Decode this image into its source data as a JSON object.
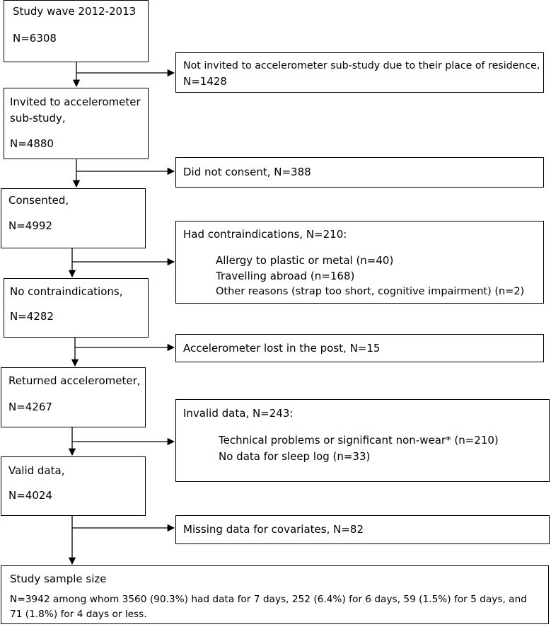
{
  "boxes": {
    "study_wave": {
      "title": "Study wave 2012-2013",
      "n": "N=6308"
    },
    "not_invited": {
      "line1": "Not invited to accelerometer sub-study due to their place of residence,",
      "line2": "N=1428"
    },
    "invited": {
      "line1": "Invited to accelerometer",
      "line2": "sub-study,",
      "n": "N=4880"
    },
    "not_consent": {
      "text": "Did not consent, N=388"
    },
    "consented": {
      "title": "Consented,",
      "n": "N=4992"
    },
    "contraindications": {
      "title": "Had contraindications, N=210:",
      "items": [
        "Allergy to plastic or metal (n=40)",
        "Travelling abroad (n=168)",
        "Other reasons (strap too short, cognitive impairment) (n=2)"
      ]
    },
    "no_contra": {
      "title": "No contraindications,",
      "n": "N=4282"
    },
    "lost": {
      "text": "Accelerometer lost in the post, N=15"
    },
    "returned": {
      "title": "Returned accelerometer,",
      "n": "N=4267"
    },
    "invalid": {
      "title": "Invalid data, N=243:",
      "items": [
        "Technical problems or significant non-wear* (n=210)",
        "No data for sleep log (n=33)"
      ]
    },
    "valid": {
      "title": "Valid data,",
      "n": "N=4024"
    },
    "missing": {
      "text": "Missing data for covariates, N=82"
    },
    "sample": {
      "title": "Study sample size",
      "line1": "N=3942 among whom 3560 (90.3%) had data for 7 days, 252 (6.4%) for 6 days, 59 (1.5%) for 5 days, and",
      "line2": "71 (1.8%) for 4 days or less."
    }
  }
}
